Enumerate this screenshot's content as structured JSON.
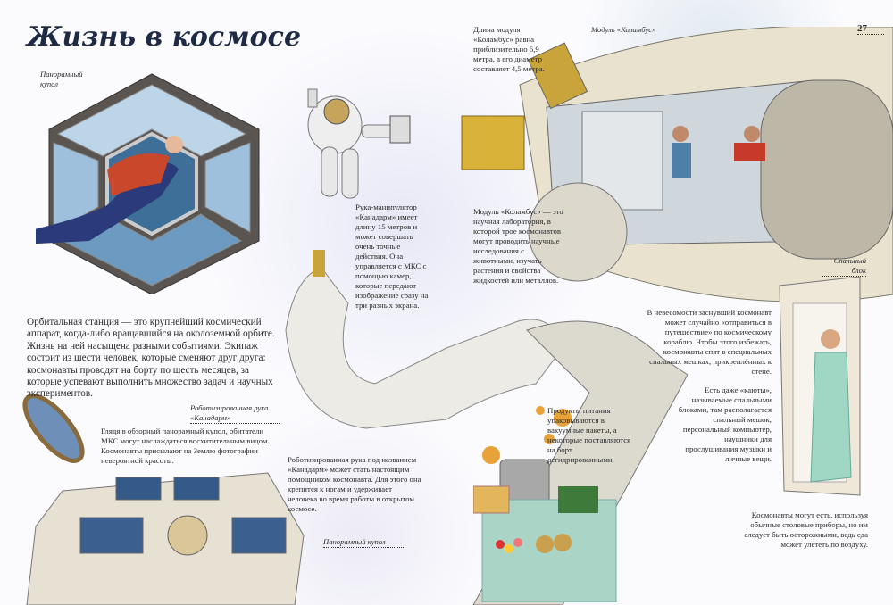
{
  "title": "Жизнь в космосе",
  "page_number": "27",
  "labels": {
    "cupola_top": "Панорамный купол",
    "canadarm": "Роботизированная рука «Канадарм»",
    "columbus": "Модуль «Коламбус»",
    "sleep_block": "Спальный блок",
    "cupola_bottom": "Панорамный купол"
  },
  "texts": {
    "intro": "Орбитальная станция — это крупнейший космический аппарат, когда-либо вращавшийся на околоземной орбите. Жизнь на ней насыщена разными событиями. Экипаж состоит из шести человек, которые сменяют друг друга: космонавты проводят на борту по шесть месяцев, за которые успевают выполнить множество задач и научных экспериментов.",
    "cupola": "Глядя в обзорный панорамный купол, обитатели МКС могут наслаждаться восхитительным видом. Космонавты присылают на Землю фотографии невероятной красоты.",
    "canadarm_length": "Рука-манипулятор «Канадарм» имеет длину 15 метров и может совершать очень точные действия. Она управляется с МКС с помощью камер, которые передают изображение сразу на три разных экрана.",
    "columbus_lab": "Модуль «Коламбус» — это научная лаборатория, в которой трое космонавтов могут проводить научные исследования с животными, изучать растения и свойства жидкостей или металлов.",
    "columbus_size": "Длина модуля «Коламбус» равна приблизительно 6,9 метра, а его диаметр составляет 4,5 метра.",
    "canadarm_helper": "Роботизированная рука под названием «Канадарм» может стать настоящим помощником космонавта. Для этого она крепится к ногам и удерживает человека во время работы в открытом космосе.",
    "food": "Продукты питания упаковываются в вакуумные пакеты, а некоторые поставляются на борт дегидрированными.",
    "sleep": "В невесомости заснувший космонавт может случайно «отправиться в путешествие» по космическому кораблю. Чтобы этого избежать, космонавты спят в специальных спальных мешках, прикреплённых к стене.",
    "cabins": "Есть даже «каюты», называемые спальными блоками, там располагается спальный мешок, персональный компьютер, наушники для прослушивания музыки и личные вещи.",
    "eating": "Космонавты могут есть, используя обычные столовые приборы, но им следует быть осторожными, ведь еда может улететь по воздуху."
  }
}
